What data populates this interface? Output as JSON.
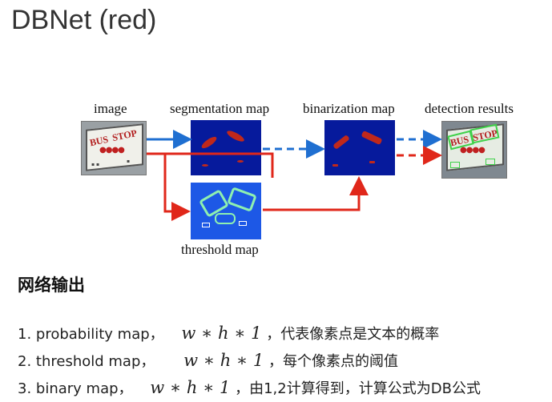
{
  "title": "DBNet (red)",
  "diagram": {
    "labels": {
      "image": "image",
      "segmentation": "segmentation map",
      "binarization": "binarization map",
      "detection": "detection results",
      "threshold": "threshold map"
    },
    "sign_words": [
      "BUS",
      "STOP"
    ],
    "colors": {
      "blue_arrow": "#1f6fd1",
      "red_arrow": "#e0271a",
      "map_blue": "#061a9c",
      "seg_red": "#c0281b",
      "threshold_blue": "#1d58e6",
      "detect_green": "#3fd14a"
    }
  },
  "section": {
    "heading": "网络输出",
    "items": [
      {
        "prefix": "1. probability map，",
        "formula": "w ∗ h ∗ 1",
        "suffix": "，代表像素点是文本的概率"
      },
      {
        "prefix": "2. threshold map，",
        "formula": "w ∗ h ∗ 1",
        "suffix": "，每个像素点的阈值"
      },
      {
        "prefix": "3. binary map，",
        "formula": "w ∗ h ∗ 1",
        "suffix": "，由1,2计算得到，计算公式为DB公式"
      }
    ]
  }
}
